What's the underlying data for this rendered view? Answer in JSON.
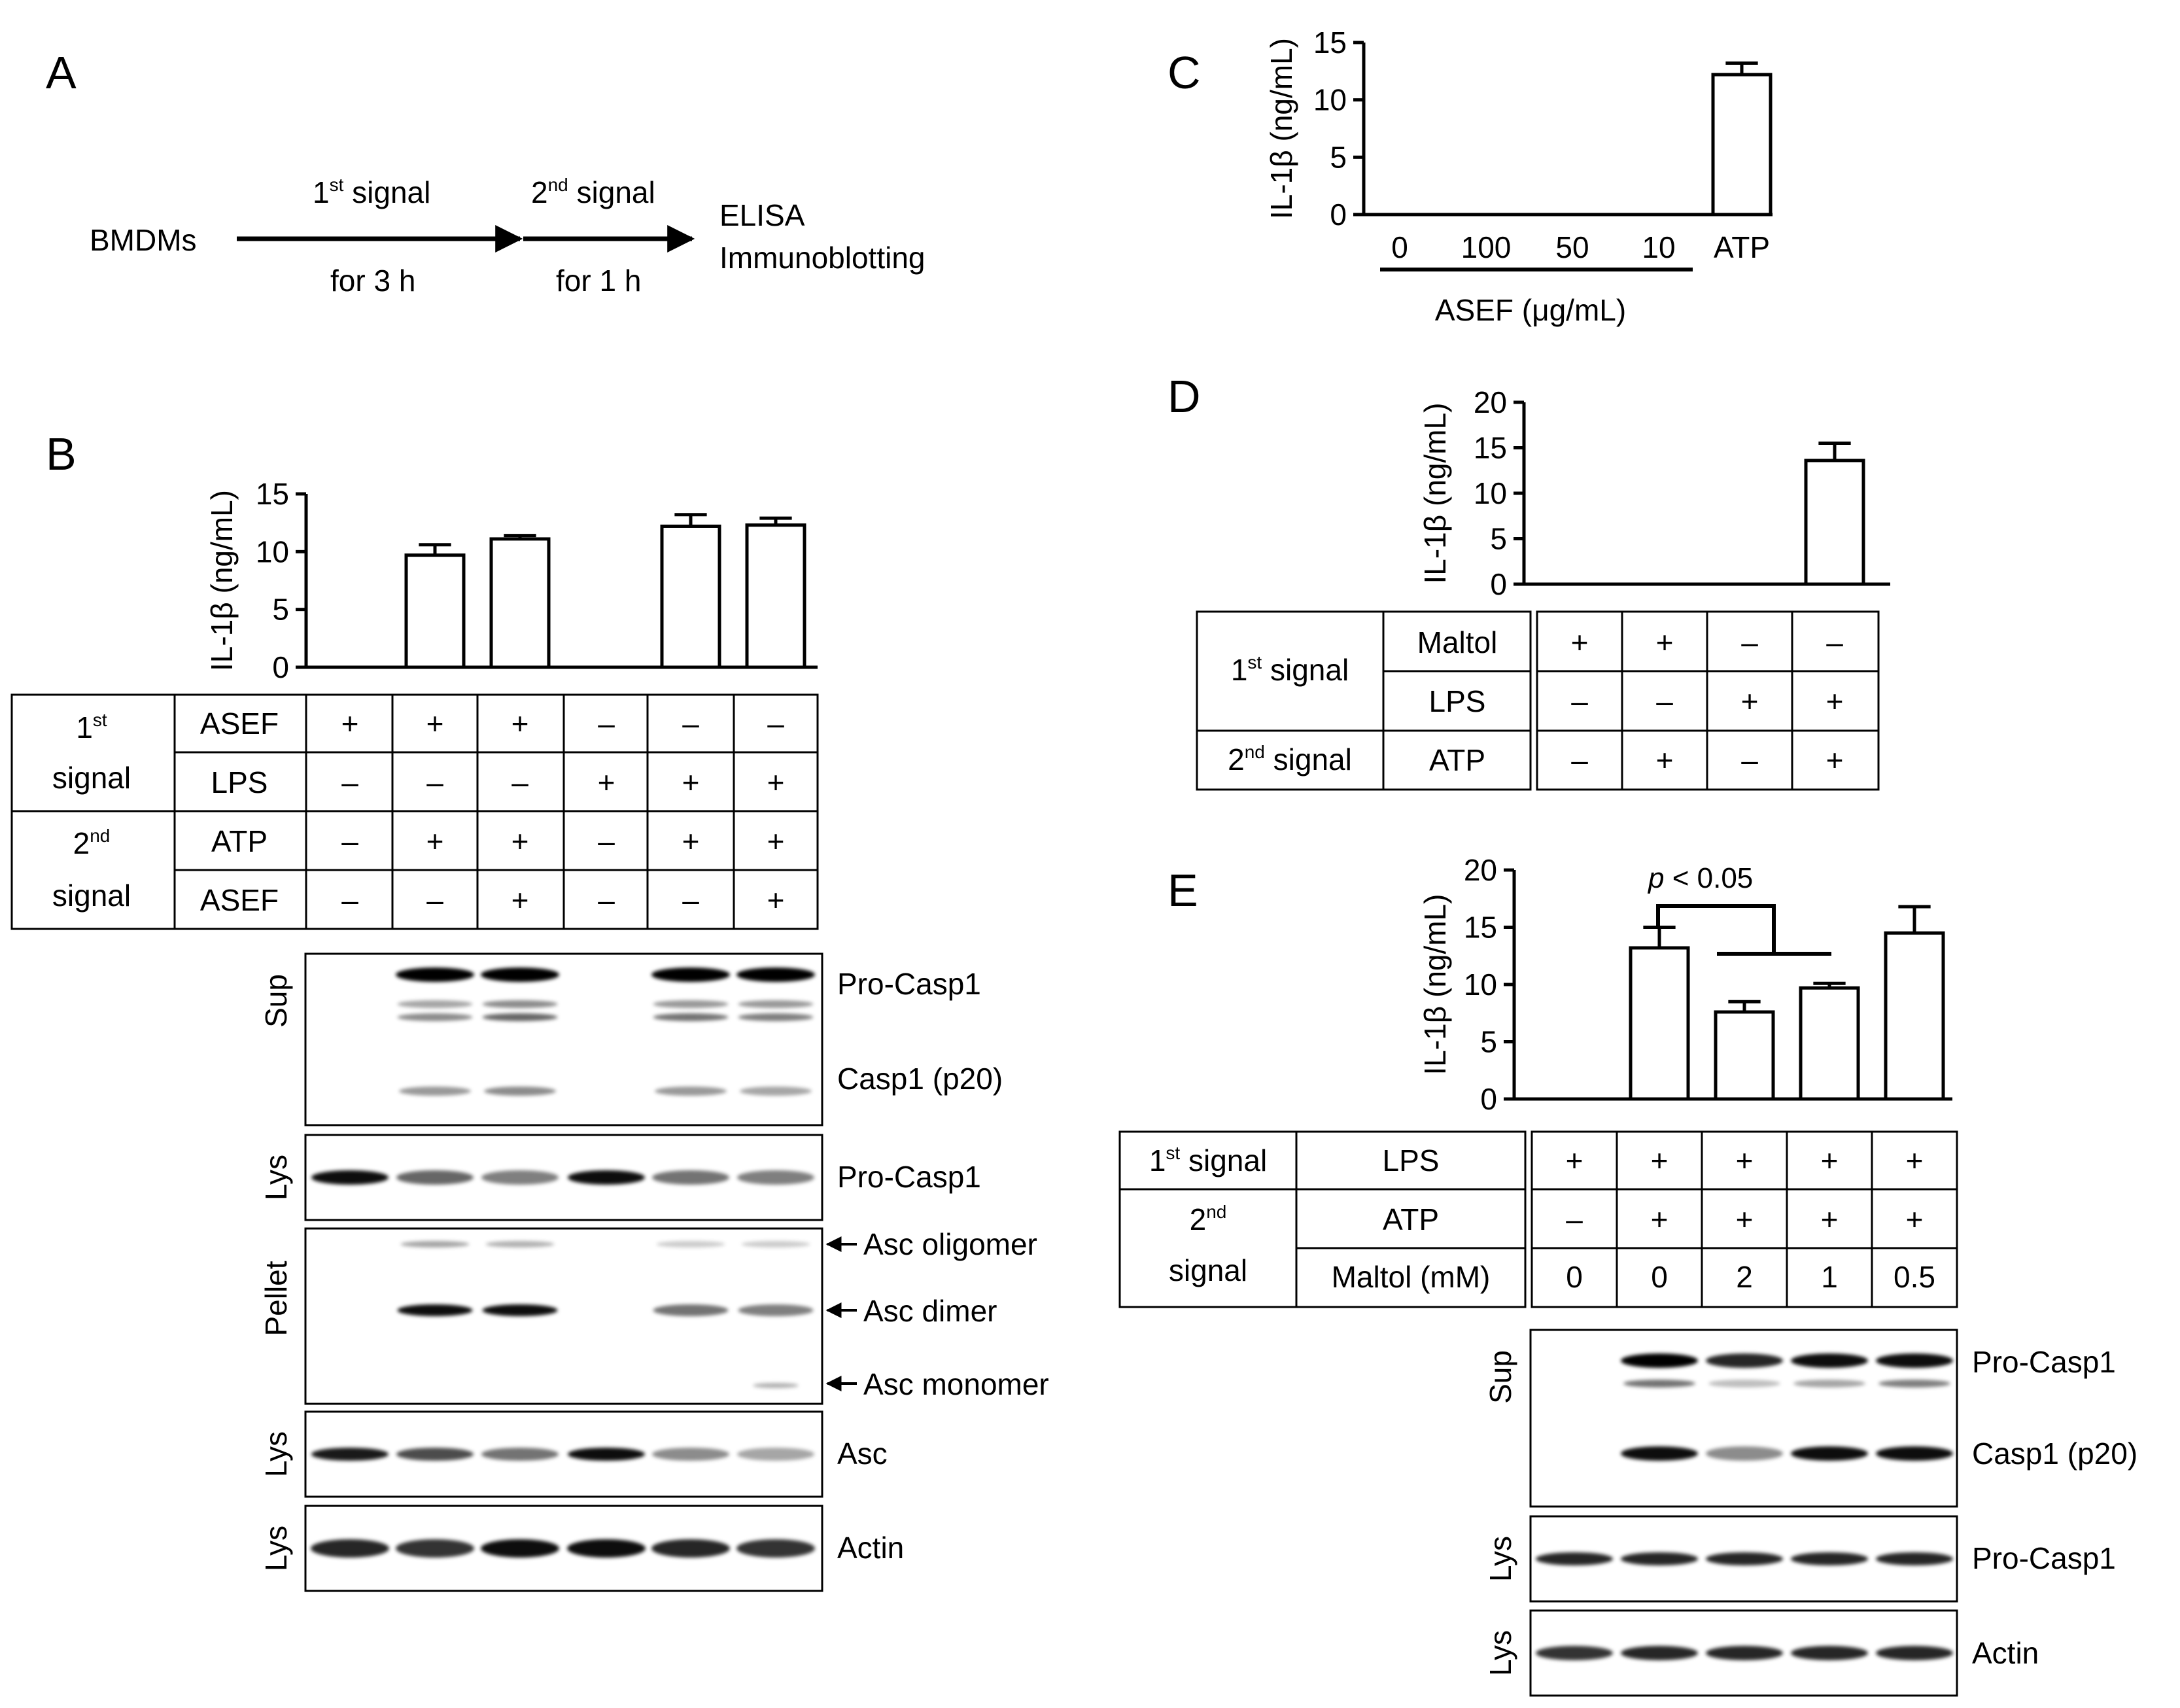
{
  "panels": {
    "A": {
      "letter": "A",
      "start": "BMDMs",
      "step1": {
        "top": "1",
        "sup": "st",
        "rest": " signal",
        "bottom": "for 3 h"
      },
      "step2": {
        "top": "2",
        "sup": "nd",
        "rest": " signal",
        "bottom": "for 1 h"
      },
      "end_line1": "ELISA",
      "end_line2": "Immunoblotting"
    },
    "B": {
      "letter": "B",
      "table": {
        "group1": {
          "line1": "1",
          "sup": "st",
          "line2": "signal"
        },
        "group2": {
          "line1": "2",
          "sup": "nd",
          "line2": "signal"
        },
        "rows": [
          {
            "label": "ASEF",
            "values": [
              "+",
              "+",
              "+",
              "–",
              "–",
              "–"
            ]
          },
          {
            "label": "LPS",
            "values": [
              "–",
              "–",
              "–",
              "+",
              "+",
              "+"
            ]
          },
          {
            "label": "ATP",
            "values": [
              "–",
              "+",
              "+",
              "–",
              "+",
              "+"
            ]
          },
          {
            "label": "ASEF",
            "values": [
              "–",
              "–",
              "+",
              "–",
              "–",
              "+"
            ]
          }
        ]
      },
      "blots": [
        {
          "side": "Sup",
          "labels": [
            "Pro-Casp1",
            "Casp1 (p20)"
          ]
        },
        {
          "side": "Lys",
          "labels": [
            "Pro-Casp1"
          ]
        },
        {
          "side": "Pellet",
          "labels": [
            "Asc oligomer",
            "Asc dimer",
            "Asc monomer"
          ]
        },
        {
          "side": "Lys",
          "labels": [
            "Asc"
          ]
        },
        {
          "side": "Lys",
          "labels": [
            "Actin"
          ]
        }
      ]
    },
    "C": {
      "letter": "C",
      "group_label": "ASEF (μg/mL)"
    },
    "D": {
      "letter": "D",
      "table": {
        "group1": {
          "line1": "1",
          "sup": "st",
          "rest": " signal"
        },
        "group2": {
          "line1": "2",
          "sup": "nd",
          "rest": " signal"
        },
        "rows": [
          {
            "label": "Maltol",
            "values": [
              "+",
              "+",
              "–",
              "–"
            ]
          },
          {
            "label": "LPS",
            "values": [
              "–",
              "–",
              "+",
              "+"
            ]
          },
          {
            "label": "ATP",
            "values": [
              "–",
              "+",
              "–",
              "+"
            ]
          }
        ]
      }
    },
    "E": {
      "letter": "E",
      "annotation": {
        "p": "p",
        "rest": " < 0.05"
      },
      "table": {
        "group1": {
          "line1": "1",
          "sup": "st",
          "rest": " signal"
        },
        "group2": {
          "line1": "2",
          "sup": "nd",
          "line2": "signal"
        },
        "rows": [
          {
            "label": "LPS",
            "values": [
              "+",
              "+",
              "+",
              "+",
              "+"
            ]
          },
          {
            "label": "ATP",
            "values": [
              "–",
              "+",
              "+",
              "+",
              "+"
            ]
          },
          {
            "label": "Maltol (mM)",
            "values": [
              "0",
              "0",
              "2",
              "1",
              "0.5"
            ]
          }
        ]
      },
      "blots": [
        {
          "side": "Sup",
          "labels": [
            "Pro-Casp1",
            "Casp1 (p20)"
          ]
        },
        {
          "side": "Lys",
          "labels": [
            "Pro-Casp1"
          ]
        },
        {
          "side": "Lys",
          "labels": [
            "Actin"
          ]
        }
      ]
    }
  },
  "chart_data": [
    {
      "panel": "B",
      "type": "bar",
      "ylabel": "IL-1β (ng/mL)",
      "ylim": [
        0,
        15
      ],
      "yticks": [
        0,
        5,
        10,
        15
      ],
      "values": [
        0,
        9.7,
        11.1,
        0,
        12.2,
        12.3
      ],
      "errors": [
        0,
        0.9,
        0.3,
        0,
        1.0,
        0.6
      ]
    },
    {
      "panel": "C",
      "type": "bar",
      "ylabel": "IL-1β (ng/mL)",
      "ylim": [
        0,
        15
      ],
      "yticks": [
        0,
        5,
        10,
        15
      ],
      "categories": [
        "0",
        "100",
        "50",
        "10",
        "ATP"
      ],
      "values": [
        0,
        0,
        0,
        0,
        12.2
      ],
      "errors": [
        0,
        0,
        0,
        0,
        1.0
      ]
    },
    {
      "panel": "D",
      "type": "bar",
      "ylabel": "IL-1β (ng/mL)",
      "ylim": [
        0,
        20
      ],
      "yticks": [
        0,
        5,
        10,
        15,
        20
      ],
      "values": [
        0,
        0,
        0,
        13.6
      ],
      "errors": [
        0,
        0,
        0,
        1.9
      ]
    },
    {
      "panel": "E",
      "type": "bar",
      "ylabel": "IL-1β (ng/mL)",
      "ylim": [
        0,
        20
      ],
      "yticks": [
        0,
        5,
        10,
        15,
        20
      ],
      "values": [
        0,
        13.2,
        7.6,
        9.7,
        14.5
      ],
      "errors": [
        0,
        1.8,
        0.9,
        0.4,
        2.3
      ]
    }
  ]
}
